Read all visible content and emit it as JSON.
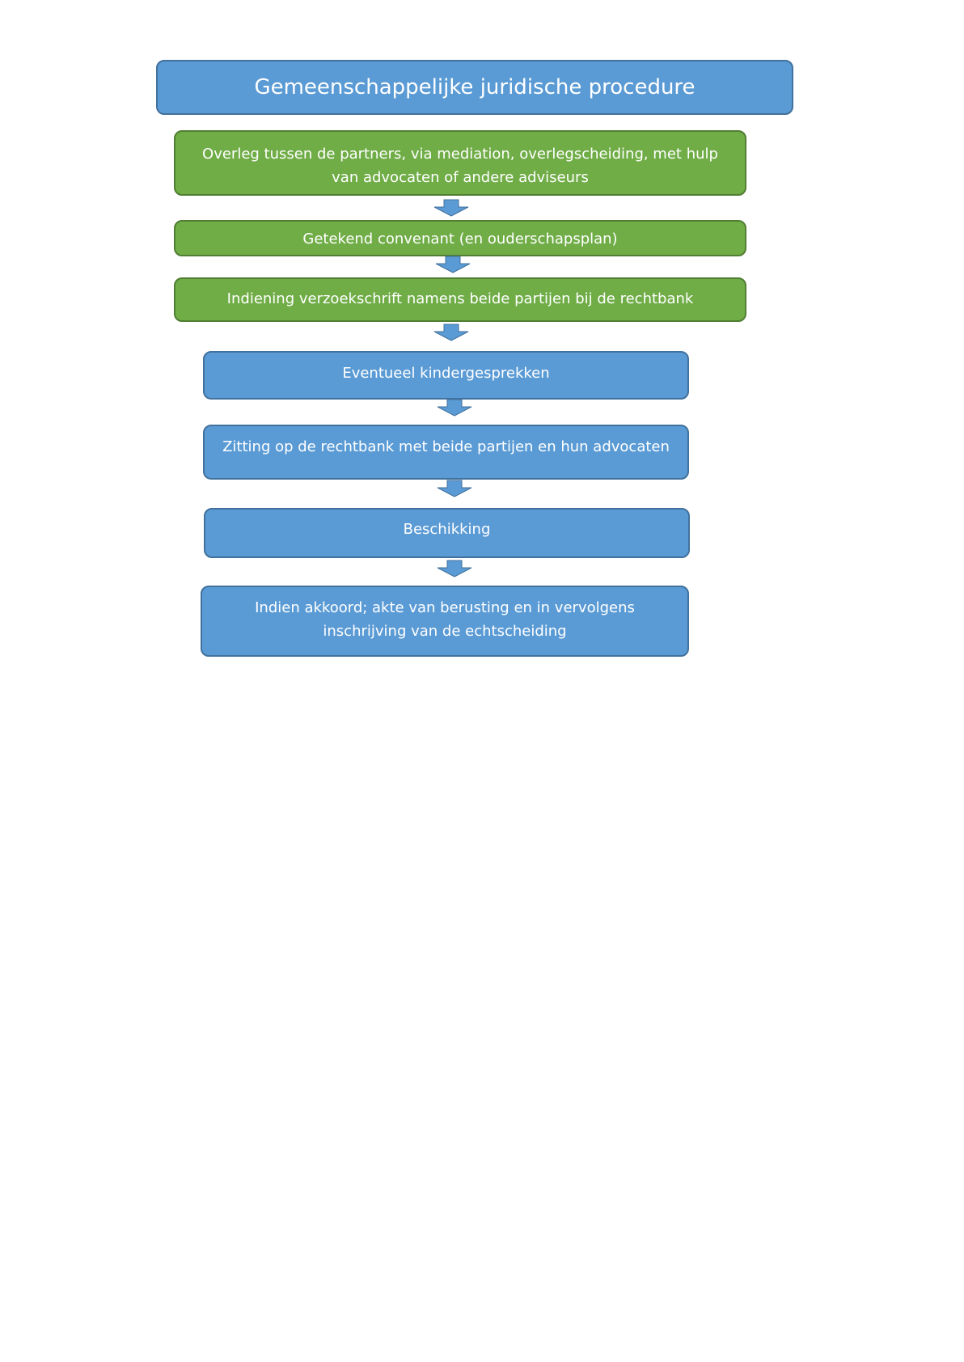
{
  "diagram": {
    "title": "Gemeenschappelijke juridische procedure",
    "steps": [
      {
        "lines": [
          "Overleg tussen de partners, via mediation, overlegscheiding, met hulp",
          "van advocaten of andere adviseurs"
        ],
        "color": "#70ad47"
      },
      {
        "lines": [
          "Getekend convenant (en ouderschapsplan)"
        ],
        "color": "#70ad47"
      },
      {
        "lines": [
          "Indiening verzoekschrift namens beide partijen bij de rechtbank"
        ],
        "color": "#70ad47"
      },
      {
        "lines": [
          "Eventueel kindergesprekken"
        ],
        "color": "#5b9bd5"
      },
      {
        "lines": [
          "Zitting op de rechtbank met beide partijen en hun advocaten"
        ],
        "color": "#5b9bd5"
      },
      {
        "lines": [
          "Beschikking"
        ],
        "color": "#5b9bd5"
      },
      {
        "lines": [
          "Indien akkoord; akte van berusting en in vervolgens",
          "inschrijving van de echtscheiding"
        ],
        "color": "#5b9bd5"
      }
    ],
    "colors": {
      "blue": "#5b9bd5",
      "green": "#70ad47",
      "arrow": "#5b9bd5"
    }
  }
}
